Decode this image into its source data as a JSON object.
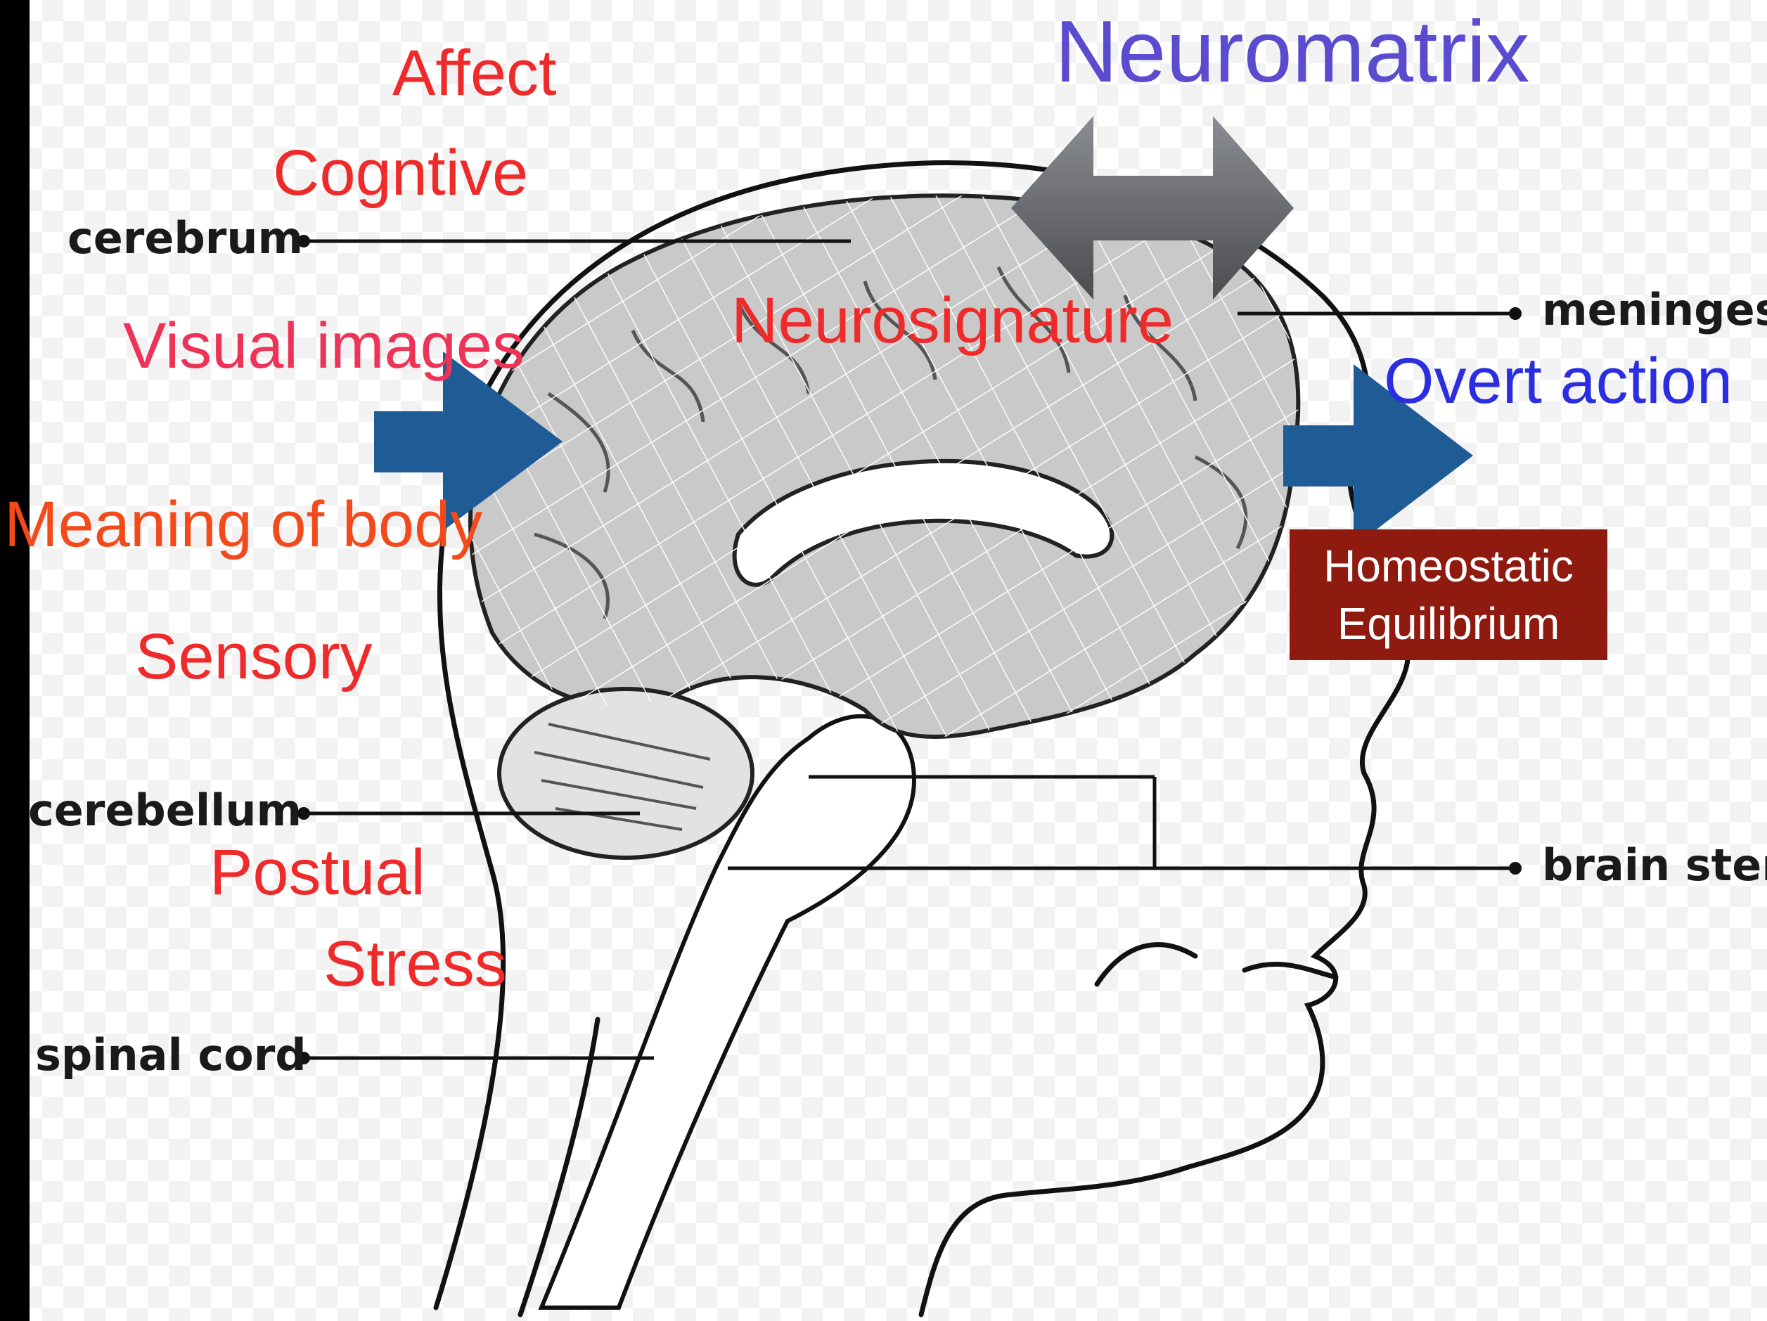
{
  "title": "Neuromatrix",
  "neurosignature": "Neurosignature",
  "inputs": {
    "affect": "Affect",
    "cognitive": "Cogntive",
    "visual_images": "Visual images",
    "meaning_of_body": "Meaning of body",
    "sensory": "Sensory",
    "postural": "Postual",
    "stress": "Stress"
  },
  "outputs": {
    "overt_action": "Overt action",
    "homeostatic_line1": "Homeostatic",
    "homeostatic_line2": "Equilibrium"
  },
  "anatomy": {
    "cerebrum": "cerebrum",
    "cerebellum": "cerebellum",
    "spinal_cord": "spinal cord",
    "meninges": "meninges",
    "brain_stem": "brain sten"
  },
  "colors": {
    "input_label": "#ef2a2a",
    "title": "#5b4ccf",
    "output_label": "#2b2ee0",
    "arrow": "#1f5c96",
    "box": "#8e1a10",
    "double_arrow": "#6b6e72",
    "brain_fill": "#c9c9c9"
  },
  "icons": [
    "input-arrow-icon",
    "output-arrow-icon",
    "double-arrow-icon"
  ]
}
